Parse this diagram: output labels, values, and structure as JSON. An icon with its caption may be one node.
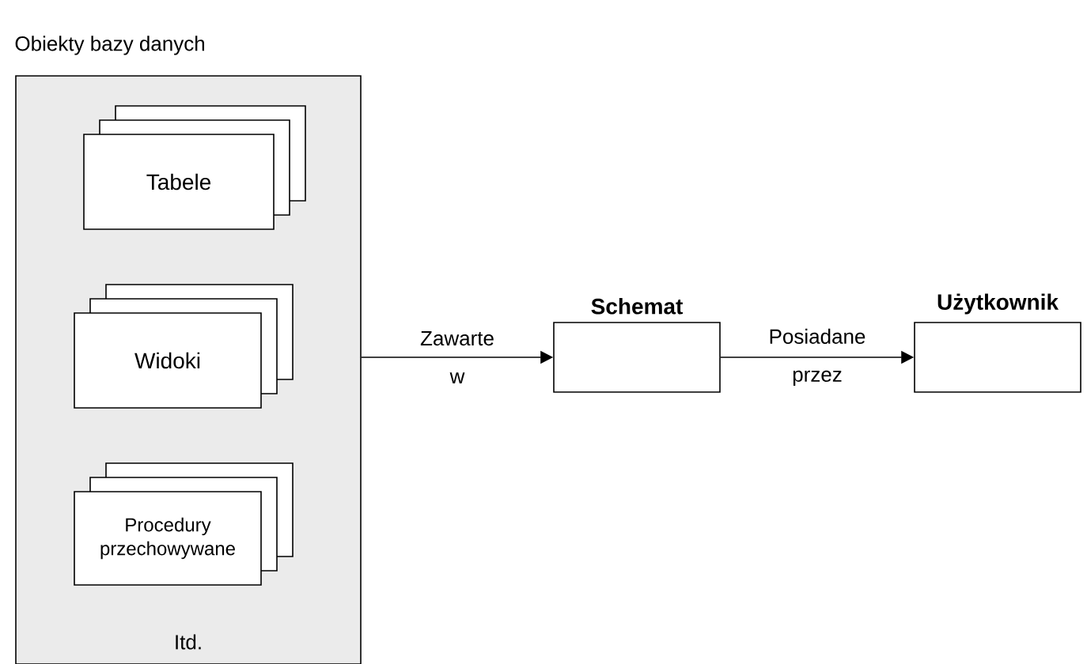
{
  "diagram": {
    "nodes": [
      {
        "text": [
          "Obiekty bazy danych",
          "Itd."
        ]
      },
      {
        "text": [
          "Tabele"
        ],
        "in": 0
      },
      {
        "text": [
          "Widoki"
        ],
        "in": 0
      },
      {
        "text": [
          "Procedury przechowywane"
        ],
        "in": 0
      },
      {
        "text": [
          "Schemat"
        ]
      },
      {
        "text": [
          "Użytkownik"
        ]
      }
    ],
    "edges": [
      {
        "from": 0,
        "to": 4,
        "arrow": "to",
        "label": "Zawarte w"
      },
      {
        "from": 4,
        "to": 5,
        "arrow": "to",
        "label": "Posiadane przez"
      }
    ]
  }
}
